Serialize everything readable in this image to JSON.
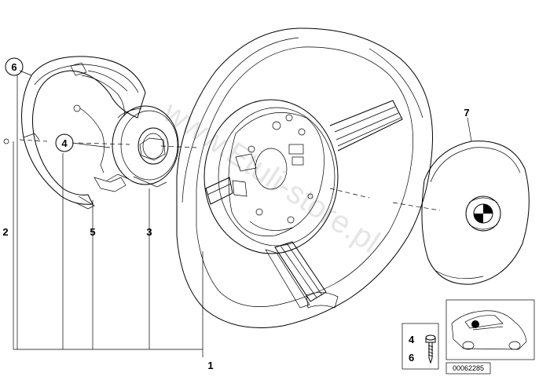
{
  "watermark": "www.Etuli-store.pl",
  "callouts": {
    "c1": "1",
    "c2": "2",
    "c3": "3",
    "c4": "4",
    "c5": "5",
    "c6": "6",
    "c7": "7"
  },
  "legend": {
    "item_a": "4",
    "item_b": "6"
  },
  "reference_code": "00062285"
}
